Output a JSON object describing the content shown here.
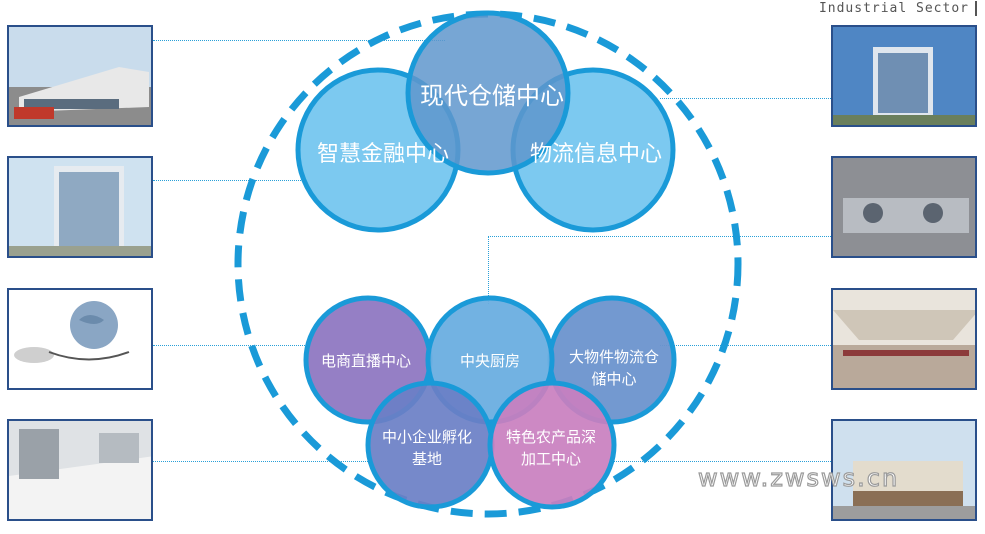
{
  "header": {
    "sector_label": "Industrial Sector"
  },
  "top_circles": [
    {
      "label": "现代仓储中心"
    },
    {
      "label": "智慧金融中心"
    },
    {
      "label": "物流信息中心"
    }
  ],
  "bottom_circles": [
    {
      "label": "电商直播中心"
    },
    {
      "label": "中央厨房"
    },
    {
      "label": "大物件物流仓",
      "label2": "储中心"
    },
    {
      "label": "中小企业孵化",
      "label2": "基地"
    },
    {
      "label": "特色农产品深",
      "label2": "加工中心"
    }
  ],
  "watermark": "www.zwsws.cn",
  "colors": {
    "accent_blue": "#1a9ad8",
    "circle_light": "#6ec3ee",
    "circle_purple": "#8f78c2",
    "circle_pink": "#c97fbf"
  }
}
